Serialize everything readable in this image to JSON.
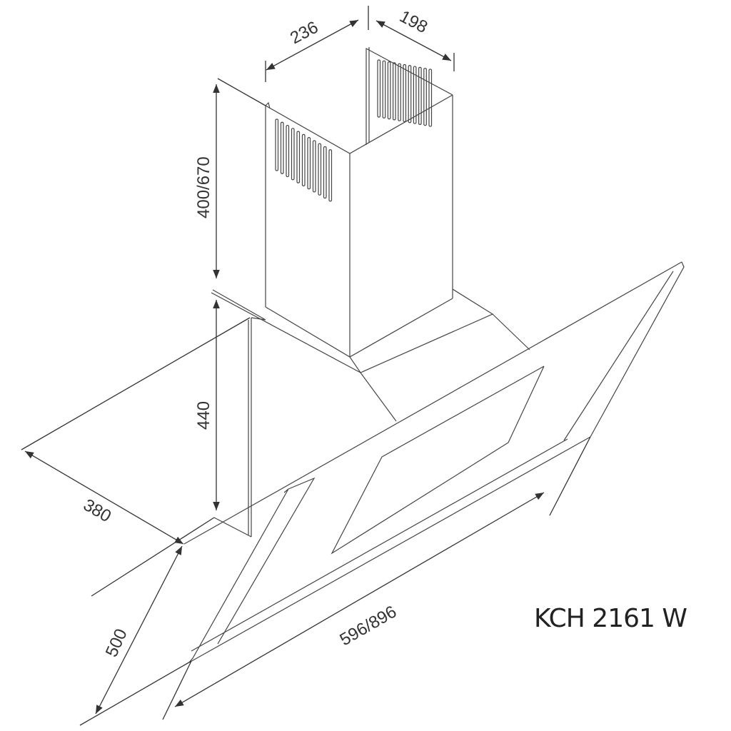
{
  "model": "KCH 2161 W",
  "dimensions": {
    "chimney_width": "236",
    "chimney_depth": "198",
    "chimney_height": "400/670",
    "body_height": "440",
    "depth": "380",
    "glass_height": "500",
    "width": "596/896"
  },
  "colors": {
    "line": "#444444",
    "background": "#ffffff"
  }
}
